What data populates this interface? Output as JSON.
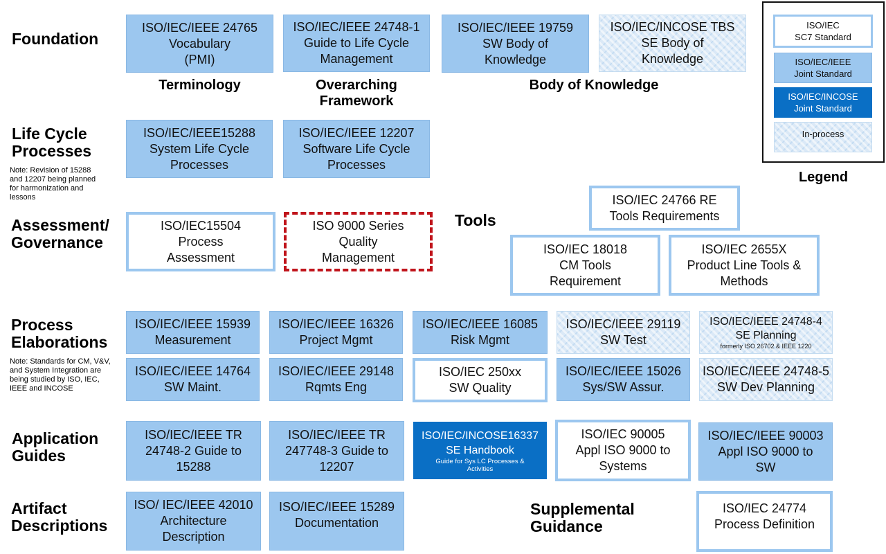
{
  "rows": {
    "foundation": "Foundation",
    "life_cycle": "Life Cycle\nProcesses",
    "life_cycle_note": "Note: Revision of 15288\nand 12207 being planned\nfor harmonization and\nlessons",
    "assessment": "Assessment/\nGovernance",
    "elaborations": "Process\nElaborations",
    "elaborations_note": "Note: Standards for CM, V&V,\nand System Integration are\nbeing studied by ISO, IEC,\nIEEE and INCOSE",
    "application": "Application\nGuides",
    "artifact": "Artifact\nDescriptions",
    "tools": "Tools",
    "supplemental": "Supplemental\nGuidance"
  },
  "captions": {
    "terminology": "Terminology",
    "framework": "Overarching\nFramework",
    "bok": "Body of Knowledge"
  },
  "boxes": {
    "b24765": {
      "text": "ISO/IEC/IEEE 24765\nVocabulary\n(PMI)",
      "category": "joint"
    },
    "b24748_1": {
      "text": "ISO/IEC/IEEE 24748-1\nGuide to Life Cycle\nManagement",
      "category": "joint"
    },
    "b19759": {
      "text": "ISO/IEC/IEEE 19759\nSW Body of\nKnowledge",
      "category": "joint"
    },
    "bTBS": {
      "text": "ISO/IEC/INCOSE TBS\nSE Body of\nKnowledge",
      "category": "in-process"
    },
    "b15288": {
      "text": "ISO/IEC/IEEE15288\nSystem Life Cycle\nProcesses",
      "category": "joint"
    },
    "b12207": {
      "text": "ISO/IEC/IEEE 12207\nSoftware Life Cycle\nProcesses",
      "category": "joint"
    },
    "b15504": {
      "text": "ISO/IEC15504\nProcess\nAssessment",
      "category": "sc7"
    },
    "b9000": {
      "text": "ISO 9000 Series\nQuality\nManagement",
      "category": "external"
    },
    "b24766": {
      "text": "ISO/IEC 24766 RE\nTools Requirements",
      "category": "sc7"
    },
    "b18018": {
      "text": "ISO/IEC 18018\nCM Tools\nRequirement",
      "category": "sc7"
    },
    "b2655x": {
      "text": "ISO/IEC 2655X\nProduct Line Tools &\nMethods",
      "category": "sc7"
    },
    "b15939": {
      "text": "ISO/IEC/IEEE 15939\nMeasurement",
      "category": "joint"
    },
    "b16326": {
      "text": "ISO/IEC/IEEE 16326\nProject Mgmt",
      "category": "joint"
    },
    "b16085": {
      "text": "ISO/IEC/IEEE 16085\nRisk Mgmt",
      "category": "joint"
    },
    "b29119": {
      "text": "ISO/IEC/IEEE 29119\nSW Test",
      "category": "in-process"
    },
    "b24748_4": {
      "text": "ISO/IEC/IEEE 24748-4\nSE Planning",
      "sub": "formerly ISO 26702 & IEEE 1220",
      "category": "in-process"
    },
    "b14764": {
      "text": "ISO/IEC/IEEE 14764\nSW Maint.",
      "category": "joint"
    },
    "b29148": {
      "text": "ISO/IEC/IEEE 29148\nRqmts Eng",
      "category": "joint"
    },
    "b250xx": {
      "text": "ISO/IEC 250xx\nSW Quality",
      "category": "sc7"
    },
    "b15026": {
      "text": "ISO/IEC/IEEE 15026\nSys/SW Assur.",
      "category": "joint"
    },
    "b24748_5": {
      "text": "ISO/IEC/IEEE 24748-5\nSW Dev Planning",
      "category": "in-process"
    },
    "bTR24748_2": {
      "text": "ISO/IEC/IEEE TR\n24748-2 Guide to\n15288",
      "category": "joint"
    },
    "bTR247748_3": {
      "text": "ISO/IEC/IEEE TR\n247748-3 Guide to\n12207",
      "category": "joint"
    },
    "b16337": {
      "text": "ISO/IEC/INCOSE16337\nSE Handbook",
      "sub": "Guide for Sys LC Processes &\nActivities",
      "category": "incose"
    },
    "b90005": {
      "text": "ISO/IEC 90005\nAppl ISO 9000 to\nSystems",
      "category": "sc7"
    },
    "b90003": {
      "text": "ISO/IEC/IEEE 90003\nAppl ISO 9000 to\nSW",
      "category": "joint"
    },
    "b42010": {
      "text": "ISO/ IEC/IEEE 42010\nArchitecture\nDescription",
      "category": "joint"
    },
    "b15289": {
      "text": "ISO/IEC/IEEE 15289\nDocumentation",
      "category": "joint"
    },
    "b24774": {
      "text": "ISO/IEC 24774\nProcess Definition",
      "category": "sc7"
    }
  },
  "legend": {
    "title": "Legend",
    "sc7": "ISO/IEC\nSC7 Standard",
    "joint": "ISO/IEC/IEEE\nJoint Standard",
    "incose": "ISO/IEC/INCOSE\nJoint Standard",
    "inprocess": "In-process"
  },
  "colors": {
    "joint_fill": "#9cc7ef",
    "incose_fill": "#0a6fc5",
    "sc7_border": "#9cc7ef",
    "in_process_fill": "#dbe9f7",
    "external_dash": "#c0141b"
  }
}
